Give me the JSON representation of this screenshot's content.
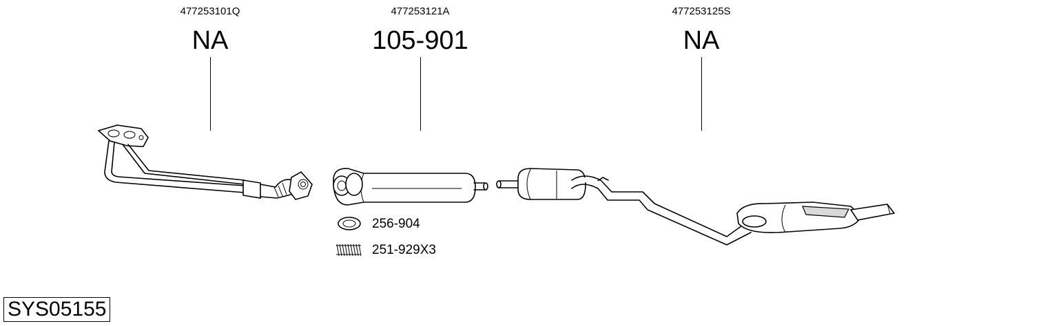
{
  "parts": [
    {
      "oe_number": "477253101Q",
      "part_number": "NA"
    },
    {
      "oe_number": "477253121A",
      "part_number": "105-901"
    },
    {
      "oe_number": "477253125S",
      "part_number": "NA"
    }
  ],
  "accessories": [
    {
      "code": "256-904",
      "icon": "gasket-ring-icon"
    },
    {
      "code": "251-929X3",
      "icon": "spring-icon"
    }
  ],
  "system_code": "SYS05155"
}
